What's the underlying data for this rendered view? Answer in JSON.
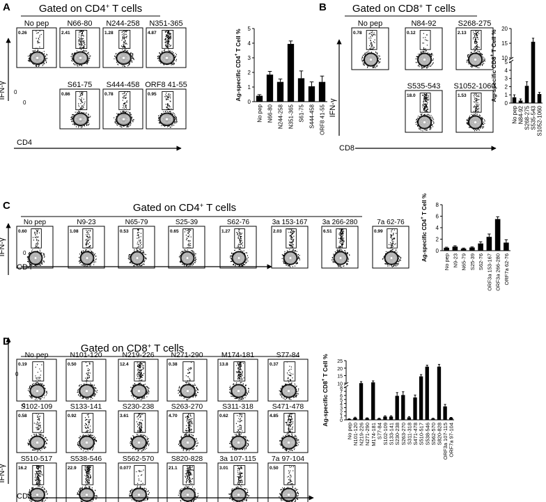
{
  "panels": [
    {
      "letter": "A",
      "gate_prefix": "Gated on CD4",
      "gate_sup": "+",
      "gate_suffix": " T cells",
      "y_label": "IFN-γ",
      "x_label": "CD4",
      "zero_x": "0",
      "zero_y": "0",
      "plots": [
        {
          "label": "No pep",
          "value": "0.26",
          "density": 0.15
        },
        {
          "label": "N66-80",
          "value": "2.41",
          "density": 0.7
        },
        {
          "label": "N244-258",
          "value": "1.28",
          "density": 0.5
        },
        {
          "label": "N351-365",
          "value": "4.87",
          "density": 1.0
        },
        {
          "label": "S61-75",
          "value": "0.86",
          "density": 0.35
        },
        {
          "label": "S444-458",
          "value": "0.78",
          "density": 0.3
        },
        {
          "label": "ORF8 41-55",
          "value": "0.95",
          "density": 0.35
        }
      ]
    },
    {
      "letter": "B",
      "gate_prefix": "Gated on CD8",
      "gate_sup": "+",
      "gate_suffix": " T cells",
      "y_label": "IFN-γ",
      "x_label": "CD8",
      "plots": [
        {
          "label": "No pep",
          "value": "0.78",
          "density": 0.35
        },
        {
          "label": "N84-92",
          "value": "0.12",
          "density": 0.12
        },
        {
          "label": "S268-275",
          "value": "2.13",
          "density": 0.65
        },
        {
          "label": "S535-543",
          "value": "18.0",
          "density": 1.0
        },
        {
          "label": "S1052-1060",
          "value": "1.53",
          "density": 0.55
        }
      ]
    },
    {
      "letter": "C",
      "gate_prefix": "Gated on CD4",
      "gate_sup": "+",
      "gate_suffix": " T cells",
      "y_label": "IFN-γ",
      "x_label": "CD4",
      "zero_x": "0",
      "plots": [
        {
          "label": "No pep",
          "value": "0.60",
          "density": 0.3
        },
        {
          "label": "N9-23",
          "value": "1.08",
          "density": 0.4
        },
        {
          "label": "N65-79",
          "value": "0.53",
          "density": 0.25
        },
        {
          "label": "S25-39",
          "value": "0.65",
          "density": 0.3
        },
        {
          "label": "S62-76",
          "value": "1.27",
          "density": 0.45
        },
        {
          "label": "3a 153-167",
          "value": "2.03",
          "density": 0.6
        },
        {
          "label": "3a 266-280",
          "value": "6.51",
          "density": 1.0
        },
        {
          "label": "7a 62-76",
          "value": "0.99",
          "density": 0.4
        }
      ]
    },
    {
      "letter": "D",
      "gate_prefix": "Gated on CD8",
      "gate_sup": "+",
      "gate_suffix": " T cells",
      "y_label": "IFN-γ",
      "x_label": "CD8",
      "zero_x": "0",
      "zero_y": "0",
      "plots": [
        {
          "label": "No pep",
          "value": "0.19",
          "density": 0.12
        },
        {
          "label": "N101-120",
          "value": "0.50",
          "density": 0.25
        },
        {
          "label": "N219-226",
          "value": "12.4",
          "density": 0.95
        },
        {
          "label": "N271-290",
          "value": "0.38",
          "density": 0.15
        },
        {
          "label": "M174-181",
          "value": "13.8",
          "density": 1.0
        },
        {
          "label": "S77-84",
          "value": "0.37",
          "density": 0.18
        },
        {
          "label": "S102-109",
          "value": "0.58",
          "density": 0.3
        },
        {
          "label": "S133-141",
          "value": "0.92",
          "density": 0.35
        },
        {
          "label": "S230-238",
          "value": "3.61",
          "density": 0.6
        },
        {
          "label": "S263-270",
          "value": "4.70",
          "density": 0.75
        },
        {
          "label": "S311-318",
          "value": "0.62",
          "density": 0.3
        },
        {
          "label": "S471-478",
          "value": "4.85",
          "density": 0.75
        },
        {
          "label": "S510-517",
          "value": "16.2",
          "density": 1.0
        },
        {
          "label": "S538-546",
          "value": "22.9",
          "density": 1.0
        },
        {
          "label": "S562-570",
          "value": "0.077",
          "density": 0.1
        },
        {
          "label": "S820-828",
          "value": "21.1",
          "density": 1.0
        },
        {
          "label": "3a 107-115",
          "value": "3.01",
          "density": 0.6
        },
        {
          "label": "7a 97-104",
          "value": "0.50",
          "density": 0.25
        }
      ]
    }
  ],
  "chart_data": [
    {
      "panel": "A",
      "type": "bar",
      "ylabel_prefix": "Ag-specific CD4",
      "ylabel_sup": "+",
      "ylabel_suffix": " T Cell %",
      "categories": [
        "No pep",
        "N66-80",
        "N244-258",
        "N351-365",
        "S61-75",
        "S444-458",
        "ORF8 41-55"
      ],
      "values": [
        0.4,
        1.85,
        1.35,
        3.95,
        1.6,
        1.05,
        1.35
      ],
      "errors": [
        0.08,
        0.22,
        0.2,
        0.2,
        0.5,
        0.3,
        0.4
      ],
      "ylim": [
        0,
        5
      ],
      "yticks": [
        0,
        1,
        2,
        3,
        4,
        5
      ]
    },
    {
      "panel": "B",
      "type": "bar",
      "broken_axis": true,
      "ylabel_prefix": "Ag-specific CD8",
      "ylabel_sup": "+",
      "ylabel_suffix": " T Cell %",
      "categories": [
        "No pep",
        "N84-92",
        "S268-275",
        "S535-543",
        "S1052-1060"
      ],
      "values": [
        0.7,
        0.3,
        2.1,
        15.5,
        1.1
      ],
      "errors": [
        0.3,
        0.2,
        0.5,
        1.2,
        0.2
      ],
      "ylim": [
        0,
        20
      ],
      "yticks": [
        0,
        1,
        2,
        3,
        4,
        5,
        10,
        15,
        20
      ],
      "break_at": [
        5,
        10
      ]
    },
    {
      "panel": "C",
      "type": "bar",
      "ylabel_prefix": "Ag-specific CD4",
      "ylabel_sup": "+",
      "ylabel_suffix": " T Cell %",
      "categories": [
        "No pep",
        "N9-23",
        "N65-79",
        "S25-39",
        "S62-76",
        "ORF3a 153-167",
        "ORF3a 266-280",
        "ORF7a 62-76"
      ],
      "values": [
        0.5,
        0.7,
        0.35,
        0.55,
        1.25,
        2.4,
        5.5,
        1.4
      ],
      "errors": [
        0.1,
        0.15,
        0.1,
        0.1,
        0.3,
        0.5,
        0.4,
        0.5
      ],
      "ylim": [
        0,
        8
      ],
      "yticks": [
        0,
        2,
        4,
        6,
        8
      ]
    },
    {
      "panel": "D",
      "type": "bar",
      "broken_axis": true,
      "ylabel_prefix": "Ag-specific CD8",
      "ylabel_sup": "+",
      "ylabel_suffix": " T Cell %",
      "categories": [
        "No pep",
        "N101-120",
        "N219-226",
        "N271-290",
        "M174-181",
        "S77-84",
        "S102-109",
        "S133-141",
        "S230-238",
        "S263-270",
        "S311-318",
        "S471-478",
        "S510-517",
        "S538-546",
        "S562-570",
        "S820-828",
        "ORF3a 107-115",
        "ORF7a 97-104"
      ],
      "values": [
        0.2,
        0.5,
        10.0,
        0.4,
        10.5,
        0.3,
        0.8,
        0.8,
        5.9,
        6.1,
        0.6,
        5.5,
        14.5,
        21.0,
        0.3,
        21.0,
        3.3,
        0.5
      ],
      "errors": [
        0.05,
        0.15,
        1.0,
        0.1,
        1.0,
        0.1,
        0.2,
        0.2,
        0.8,
        0.8,
        0.2,
        0.6,
        1.2,
        1.0,
        0.1,
        1.5,
        0.5,
        0.1
      ],
      "ylim": [
        0,
        25
      ],
      "yticks": [
        0,
        1,
        2,
        3,
        4,
        5,
        6,
        7,
        8,
        10,
        15,
        20,
        25
      ],
      "break_at": [
        8,
        10
      ]
    }
  ]
}
